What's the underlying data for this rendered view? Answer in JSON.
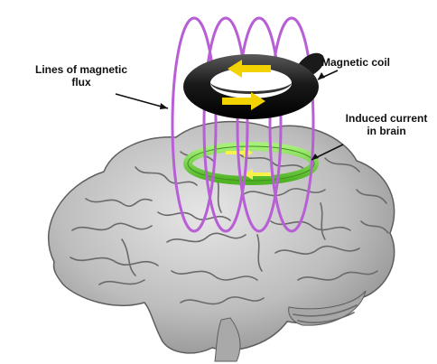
{
  "labels": {
    "flux": {
      "line1": "Lines of magnetic",
      "line2": "flux"
    },
    "coil": "Magnetic coil",
    "induced": {
      "line1": "Induced current",
      "line2": "in brain"
    }
  },
  "colors": {
    "flux_lines": "#b85fd6",
    "coil": "#1c1c1c",
    "coil_arrows": "#f2d200",
    "induced_ring": "#7bd13a",
    "brain": "#b8b8b8",
    "brain_folds": "#6a6a6a",
    "text": "#111111"
  },
  "icons": {
    "coil": "torus-coil-icon",
    "induced_ring": "ring-icon",
    "arrow": "arrow-icon"
  }
}
